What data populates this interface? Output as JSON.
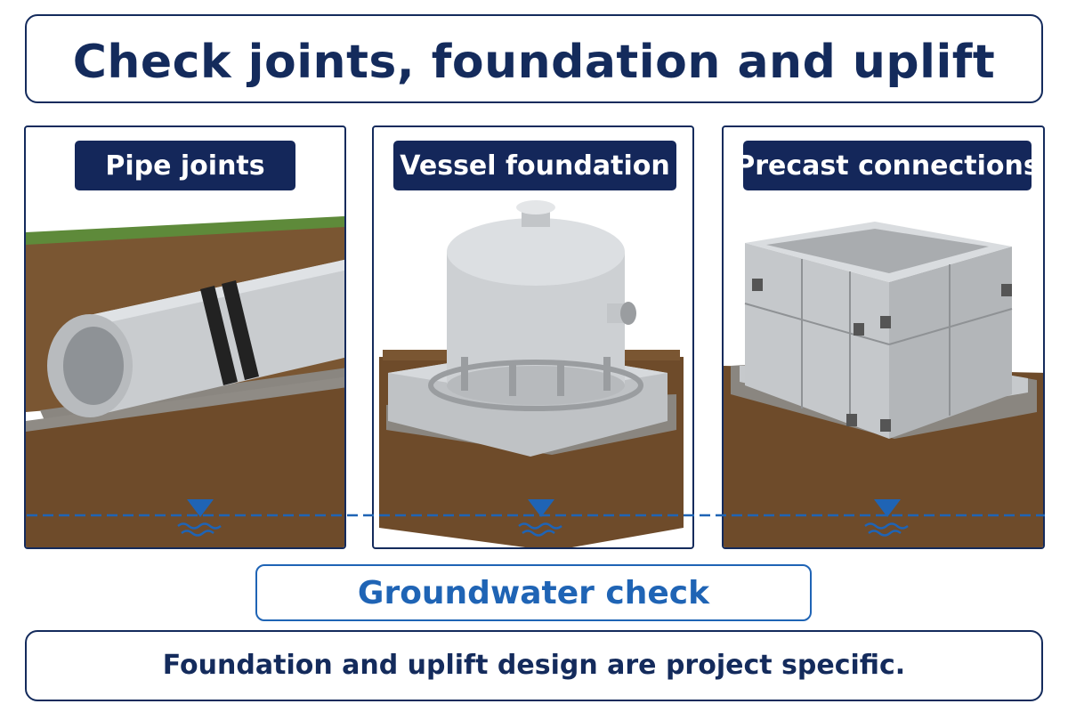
{
  "title": "Check joints, foundation and uplift",
  "panels": [
    {
      "label": "Pipe joints",
      "icon": "concrete-pipe-icon"
    },
    {
      "label": "Vessel foundation",
      "icon": "vessel-tank-icon"
    },
    {
      "label": "Precast connections",
      "icon": "precast-box-icon"
    }
  ],
  "groundwater": {
    "label": "Groundwater check",
    "icon": "water-level-icon"
  },
  "footer_note": "Foundation and uplift design are project specific.",
  "colors": {
    "navy": "#142b5c",
    "blue": "#1f64b5",
    "soil": "#7a5632",
    "gravel": "#8a8680",
    "concrete": "#c9cccf",
    "grass": "#5e8a3a"
  }
}
